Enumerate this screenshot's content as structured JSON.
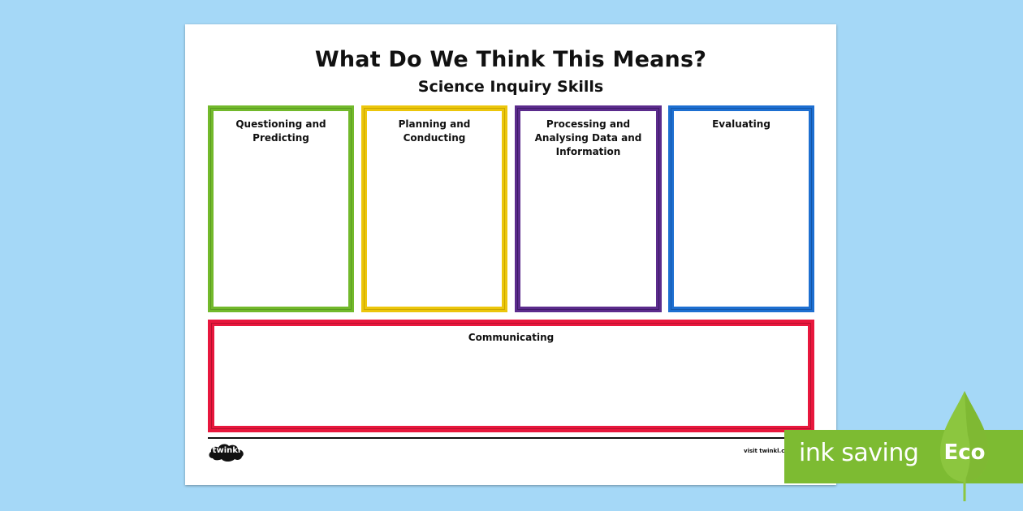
{
  "worksheet": {
    "title": "What Do We Think This Means?",
    "subtitle": "Science Inquiry Skills",
    "boxes": [
      {
        "label": "Questioning and Predicting",
        "color": "#72b92b"
      },
      {
        "label": "Planning and Conducting",
        "color": "#ecc60b"
      },
      {
        "label": "Processing and Analysing Data and Information",
        "color": "#5b2b8c"
      },
      {
        "label": "Evaluating",
        "color": "#1d6fd1"
      },
      {
        "label": "Communicating",
        "color": "#e8173d"
      }
    ],
    "footer": {
      "logo_text": "twinkl",
      "url": "visit twinkl.com"
    }
  },
  "badge": {
    "text": "ink saving",
    "leaf_text": "Eco",
    "color": "#7dbb32"
  }
}
